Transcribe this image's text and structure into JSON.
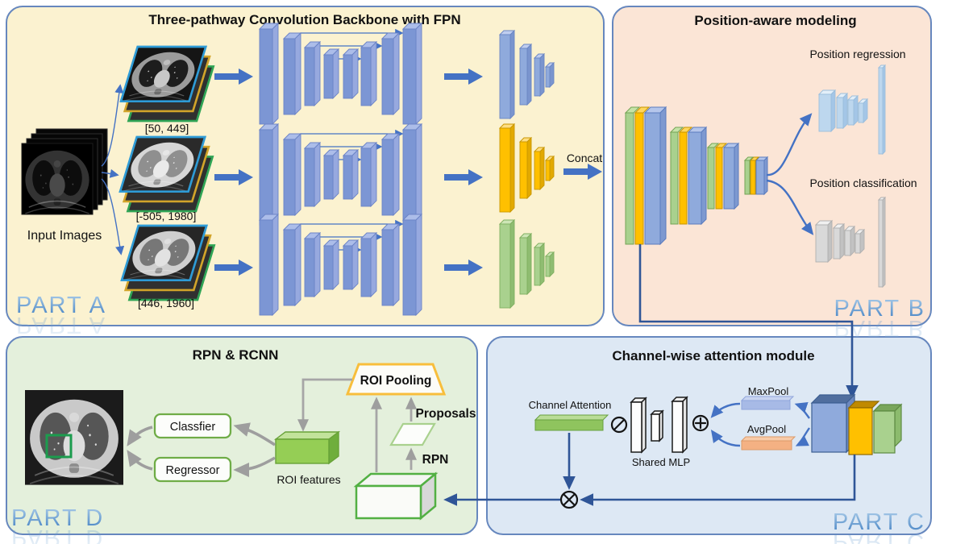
{
  "part_a": {
    "part_label": "PART A",
    "title": "Three-pathway Convolution Backbone with FPN",
    "input_label": "Input Images",
    "windows": [
      "[50, 449]",
      "[-505, 1980]",
      "[446, 1960]"
    ],
    "concat_label": "Concat"
  },
  "part_b": {
    "part_label": "PART B",
    "title": "Position-aware modeling",
    "regression_label": "Position regression",
    "classification_label": "Position classification"
  },
  "part_c": {
    "part_label": "PART C",
    "title": "Channel-wise attention module",
    "channel_attention_label": "Channel Attention",
    "shared_mlp_label": "Shared MLP",
    "maxpool_label": "MaxPool",
    "avgpool_label": "AvgPool",
    "icons": {
      "multiply": "⊗",
      "add": "⊕",
      "sigmoid": "⊘"
    }
  },
  "part_d": {
    "part_label": "PART D",
    "title": "RPN & RCNN",
    "roi_pooling_label": "ROI Pooling",
    "proposals_label": "Proposals",
    "rpn_label": "RPN",
    "classifier_label": "Classfier",
    "regressor_label": "Regressor",
    "roi_features_label": "ROI features"
  },
  "colors": {
    "panel_a_bg": "#FBF2D0",
    "panel_b_bg": "#FBE5D6",
    "panel_c_bg": "#DDE8F4",
    "panel_d_bg": "#E4F0DC",
    "panel_border": "#6687BE",
    "arrow_blue": "#4472C4",
    "connector_navy": "#2F5597",
    "slab_blue": "#7C96D4",
    "feature_yellow": "#FFC000",
    "feature_green": "#A9D18E",
    "feature_light_blue": "#8FAADC",
    "gray_arrow": "#9E9E9E"
  }
}
